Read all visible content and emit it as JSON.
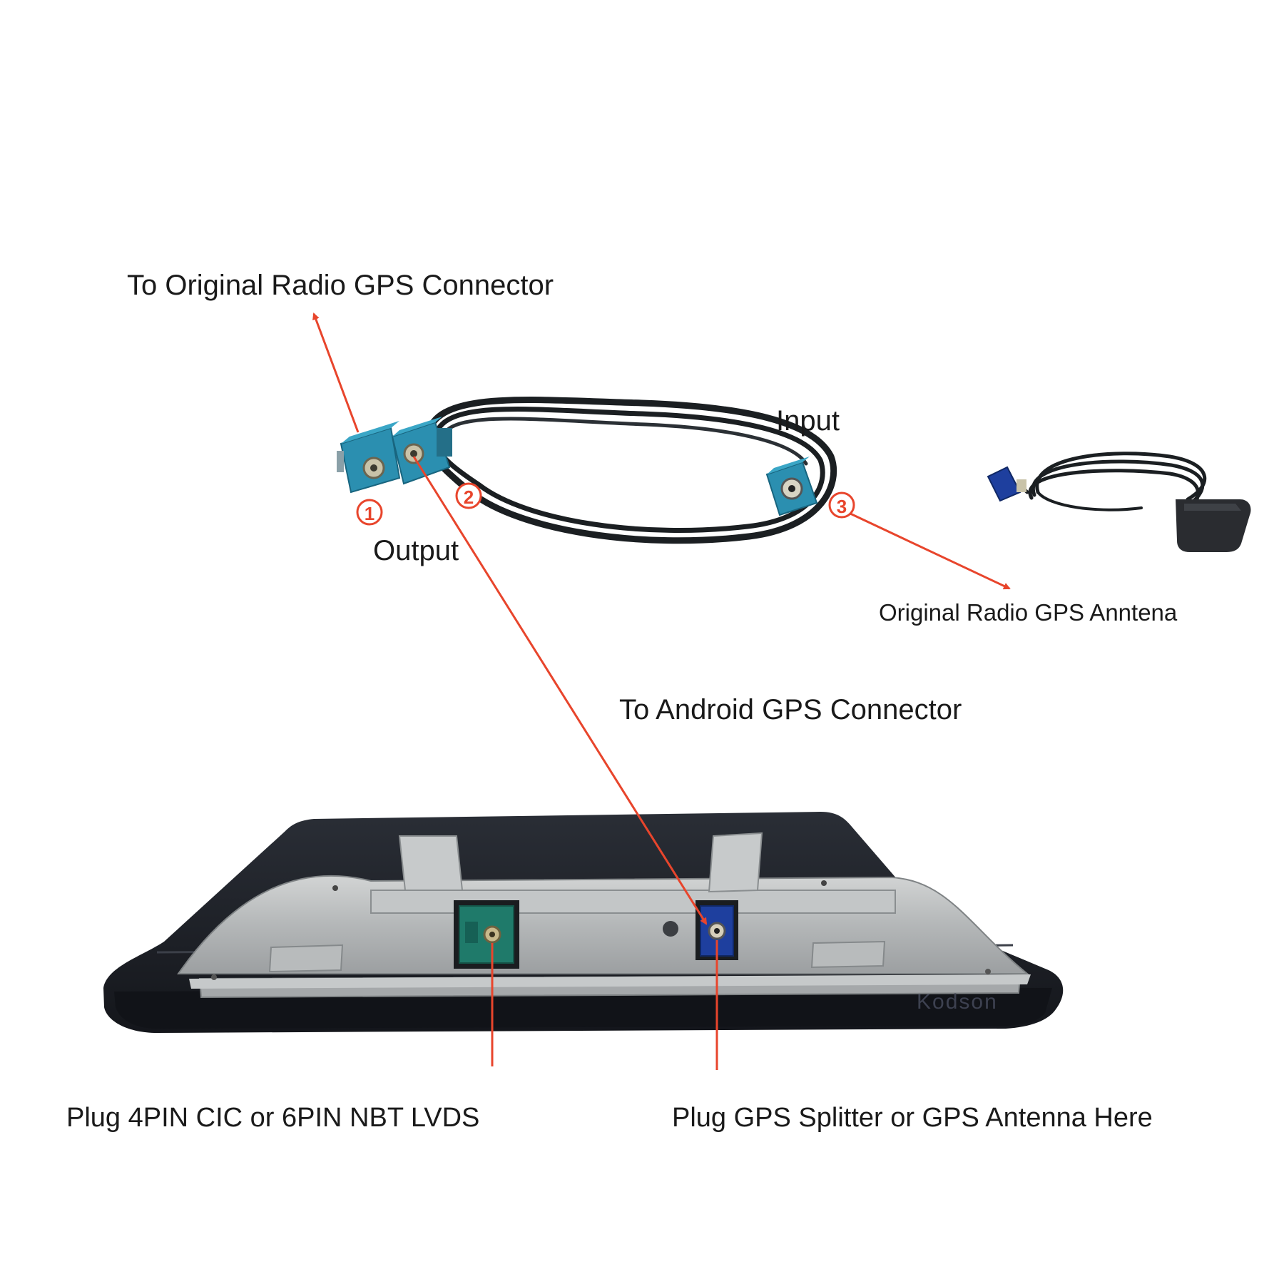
{
  "labels": {
    "to_original_radio": "To Original Radio GPS Connector",
    "input": "Input",
    "output": "Output",
    "original_antenna": "Original Radio GPS Anntena",
    "to_android": "To Android GPS Connector",
    "plug_lvds": "Plug 4PIN CIC or 6PIN NBT LVDS",
    "plug_gps": "Plug GPS Splitter or GPS Antenna Here"
  },
  "markers": {
    "one": "1",
    "two": "2",
    "three": "3"
  },
  "brand": "Kodson",
  "colors": {
    "arrow": "#e8452c",
    "fakra_teal": "#2b8fb0",
    "fakra_blue": "#1e3f9e",
    "fakra_green": "#1f7a6a",
    "cable": "#1b1f22",
    "housing": "#1d2027",
    "metal": "#b9bcbd"
  }
}
